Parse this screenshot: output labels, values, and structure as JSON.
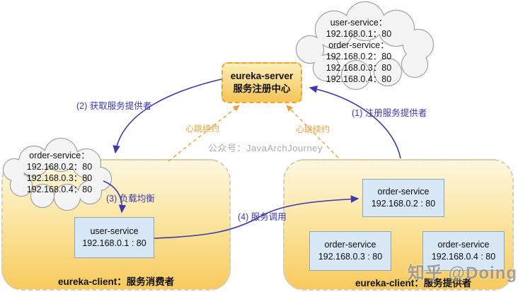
{
  "colors": {
    "arrow_blue": "#3b38b0",
    "heartbeat_orange": "#e9a13e",
    "container_border": "#cdcdcd",
    "container_top": "#fdf7e0",
    "container_bottom": "#f8ca5e",
    "server_border": "#e5a43b",
    "server_top": "#fcedb8",
    "server_bottom": "#f4c455",
    "box_bg": "#d8e8f6",
    "box_border": "#93a4b5",
    "cloud_fill": "#f4f4f4",
    "cloud_border": "#9e9e9e",
    "watermark_gray": "#ababab",
    "zhihu_gray": "#8f8f8f"
  },
  "server": {
    "title": "eureka-server",
    "subtitle": "服务注册中心"
  },
  "registry_cloud": {
    "lines": [
      "user-service：",
      "192.168.0.1：80",
      "order-service：",
      "192.168.0.2：80",
      "192.168.0.3：80",
      "192.168.0.4：80"
    ]
  },
  "consumer_cloud": {
    "lines": [
      "order-service：",
      "192.168.0.2：80",
      "192.168.0.3：80",
      "192.168.0.4：80"
    ]
  },
  "consumer": {
    "label": "eureka-client：服务消费者",
    "service": {
      "name": "user-service",
      "addr": "192.168.0.1 : 80"
    }
  },
  "provider": {
    "label": "eureka-client：服务提供者",
    "services": [
      {
        "name": "order-service",
        "addr": "192.168.0.2 : 80"
      },
      {
        "name": "order-service",
        "addr": "192.168.0.3 : 80"
      },
      {
        "name": "order-service",
        "addr": "192.168.0.4 : 80"
      }
    ]
  },
  "arrows": {
    "register": "(1) 注册服务提供者",
    "fetch": "(2) 获取服务提供者",
    "balance": "(3) 负载均衡",
    "invoke": "(4) 服务调用",
    "heartbeat_left": "心跳续约",
    "heartbeat_right": "心跳续约"
  },
  "watermarks": {
    "wechat": "公众号：JavaArchJourney",
    "zhihu": "知乎 @Doing"
  }
}
